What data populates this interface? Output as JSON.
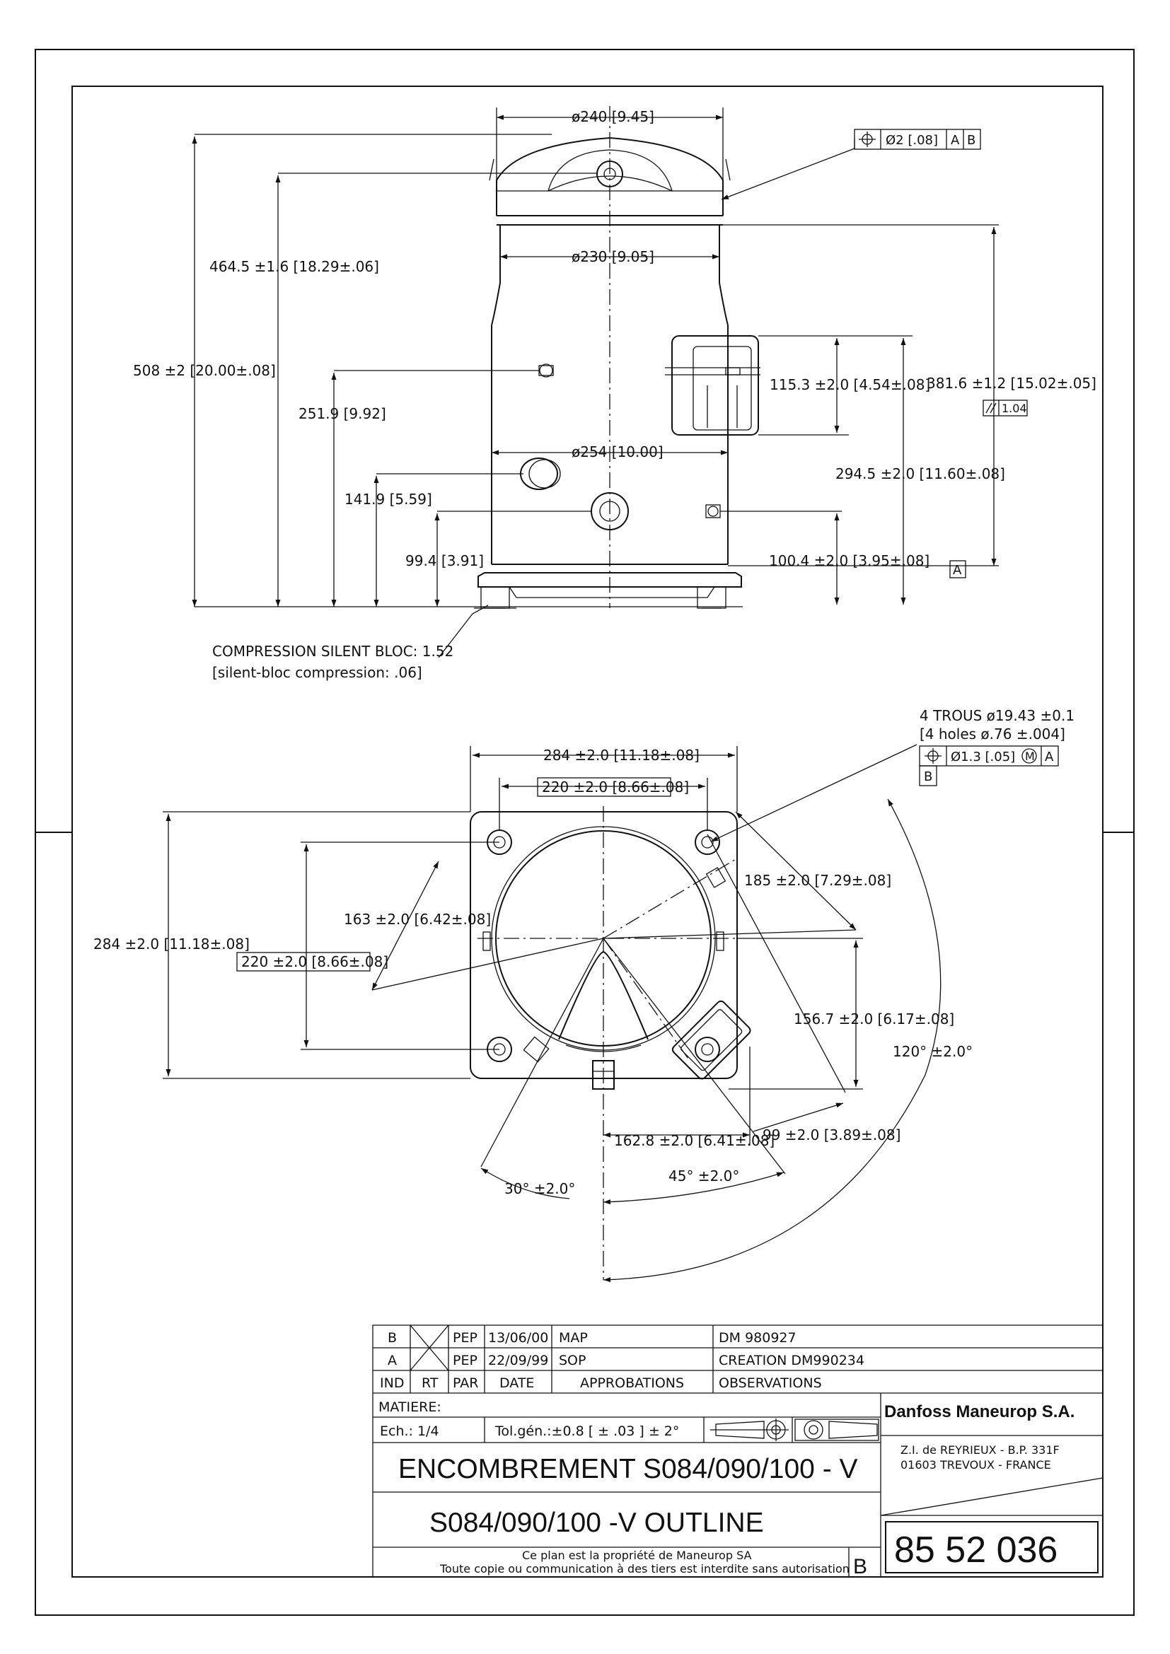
{
  "front_view": {
    "dia_top": "ø240 [9.45]",
    "dia_mid": "ø230 [9.05]",
    "dia_body": "ø254 [10.00]",
    "position_tol": [
      "Ø2 [.08]",
      "A",
      "B"
    ],
    "height_overall": "508 ±2 [20.00±.08]",
    "height_suction": "464.5 ±1.6 [18.29±.06]",
    "height_a": "251.9 [9.92]",
    "height_b": "141.9 [5.59]",
    "height_c": "99.4  [3.91]",
    "box_height": "115.3 ±2.0  [4.54±.08]",
    "height_d": "381.6 ±1.2  [15.02±.05]",
    "parallel_tol": "1.04",
    "height_e": "294.5 ±2.0  [11.60±.08]",
    "height_f": "100.4 ±2.0  [3.95±.08]",
    "datum_a": "A",
    "silent_bloc_1": "COMPRESSION SILENT BLOC: 1.52",
    "silent_bloc_2": "[silent-bloc compression:  .06]"
  },
  "top_view": {
    "holes_1": "4 TROUS ø19.43 ±0.1",
    "holes_2": "[4 holes ø.76 ±.004]",
    "holes_tol": [
      "Ø1.3 [.05]",
      "M",
      "A"
    ],
    "datum_b": "B",
    "width_outer": "284 ±2.0  [11.18±.08]",
    "width_inner": "220 ±2.0  [8.66±.08]",
    "depth_outer": "284 ±2.0  [11.18±.08]",
    "depth_inner": "220 ±2.0  [8.66±.08]",
    "radial_a": "163 ±2.0  [6.42±.08]",
    "radial_b": "185 ±2.0  [7.29±.08]",
    "offset_a": "156.7 ±2.0  [6.17±.08]",
    "offset_b": "162.8 ±2.0  [6.41±.08]",
    "offset_c": "99 ±2.0  [3.89±.08]",
    "angle_a": "30° ±2.0°",
    "angle_b": "45° ±2.0°",
    "angle_c": "120° ±2.0°"
  },
  "title_block": {
    "revisions": [
      {
        "ind": "B",
        "par": "PEP",
        "date": "13/06/00",
        "appro": "MAP",
        "obs": "DM 980927"
      },
      {
        "ind": "A",
        "par": "PEP",
        "date": "22/09/99",
        "appro": "SOP",
        "obs": "CREATION DM990234"
      }
    ],
    "headers": {
      "ind": "IND",
      "rt": "RT",
      "par": "PAR",
      "date": "DATE",
      "appro": "APPROBATIONS",
      "obs": "OBSERVATIONS"
    },
    "matiere": "MATIERE:",
    "scale": "Ech.: 1/4",
    "tolerance": "Tol.gén.:±0.8   [ ± .03 ]   ± 2°",
    "title_fr": "ENCOMBREMENT S084/090/100 - V",
    "title_en": "S084/090/100 -V   OUTLINE",
    "company": "Danfoss Maneurop S.A.",
    "address_1": "Z.I. de REYRIEUX - B.P. 331F",
    "address_2": "01603 TREVOUX - FRANCE",
    "notice_1": "Ce plan est la propriété de Maneurop SA",
    "notice_2": "Toute copie ou communication à des tiers est interdite sans autorisation",
    "revision": "B",
    "drawing_number": "85 52 036"
  }
}
